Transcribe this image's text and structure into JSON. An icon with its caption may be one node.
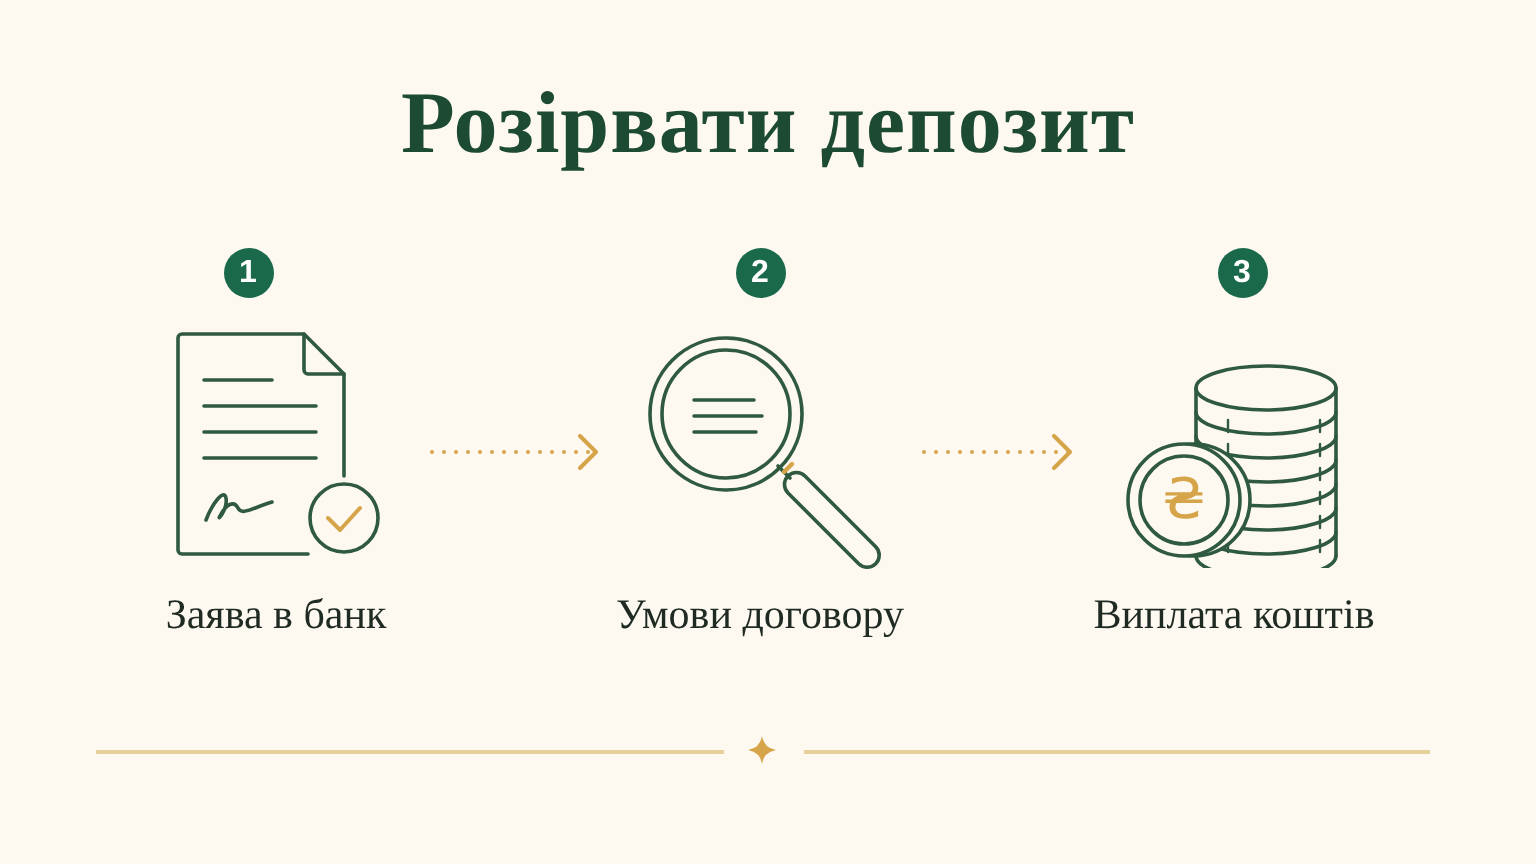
{
  "diagram": {
    "title": "Розірвати депозит",
    "nodes": [
      {
        "text": [
          "1",
          "Заява в банк"
        ]
      },
      {
        "text": [
          "2",
          "Умови договору"
        ]
      },
      {
        "text": [
          "3",
          "Виплата коштів"
        ]
      }
    ],
    "edges": [
      {
        "from": 0,
        "to": 1,
        "arrow": "to",
        "style": "dashed"
      },
      {
        "from": 1,
        "to": 2,
        "arrow": "to",
        "style": "dashed"
      }
    ],
    "labels": [
      "₴"
    ]
  }
}
